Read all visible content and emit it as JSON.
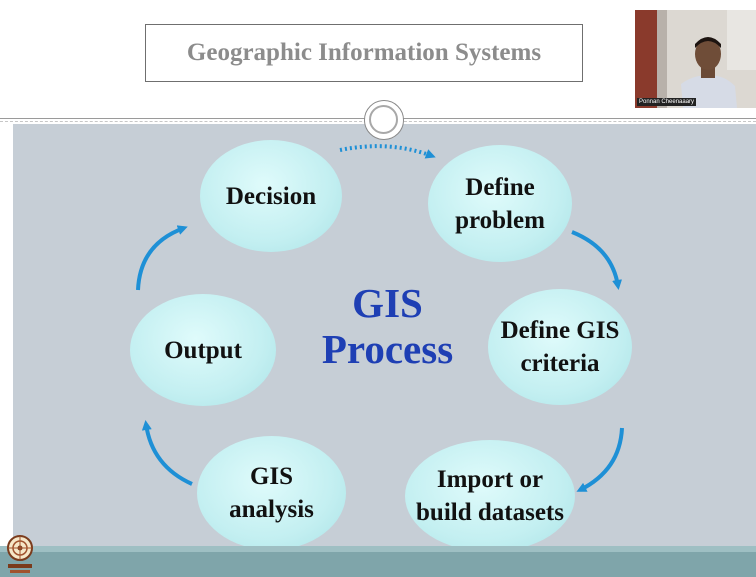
{
  "slide": {
    "title": "Geographic Information Systems",
    "center_line1": "GIS",
    "center_line2": "Process"
  },
  "steps": [
    {
      "label": "Decision"
    },
    {
      "label": "Define\nproblem"
    },
    {
      "label": "Define GIS\ncriteria"
    },
    {
      "label": "Import or\nbuild datasets"
    },
    {
      "label": "GIS\nanalysis"
    },
    {
      "label": "Output"
    }
  ],
  "webcam": {
    "name": "Ponnan Cheenaaary"
  },
  "colors": {
    "background_panel": "#c6ced6",
    "ellipse_fill": "#c3eff1",
    "arrow": "#1e90d6",
    "center_text": "#1e3fb4",
    "bottom_bar": "#7fa5aa"
  }
}
